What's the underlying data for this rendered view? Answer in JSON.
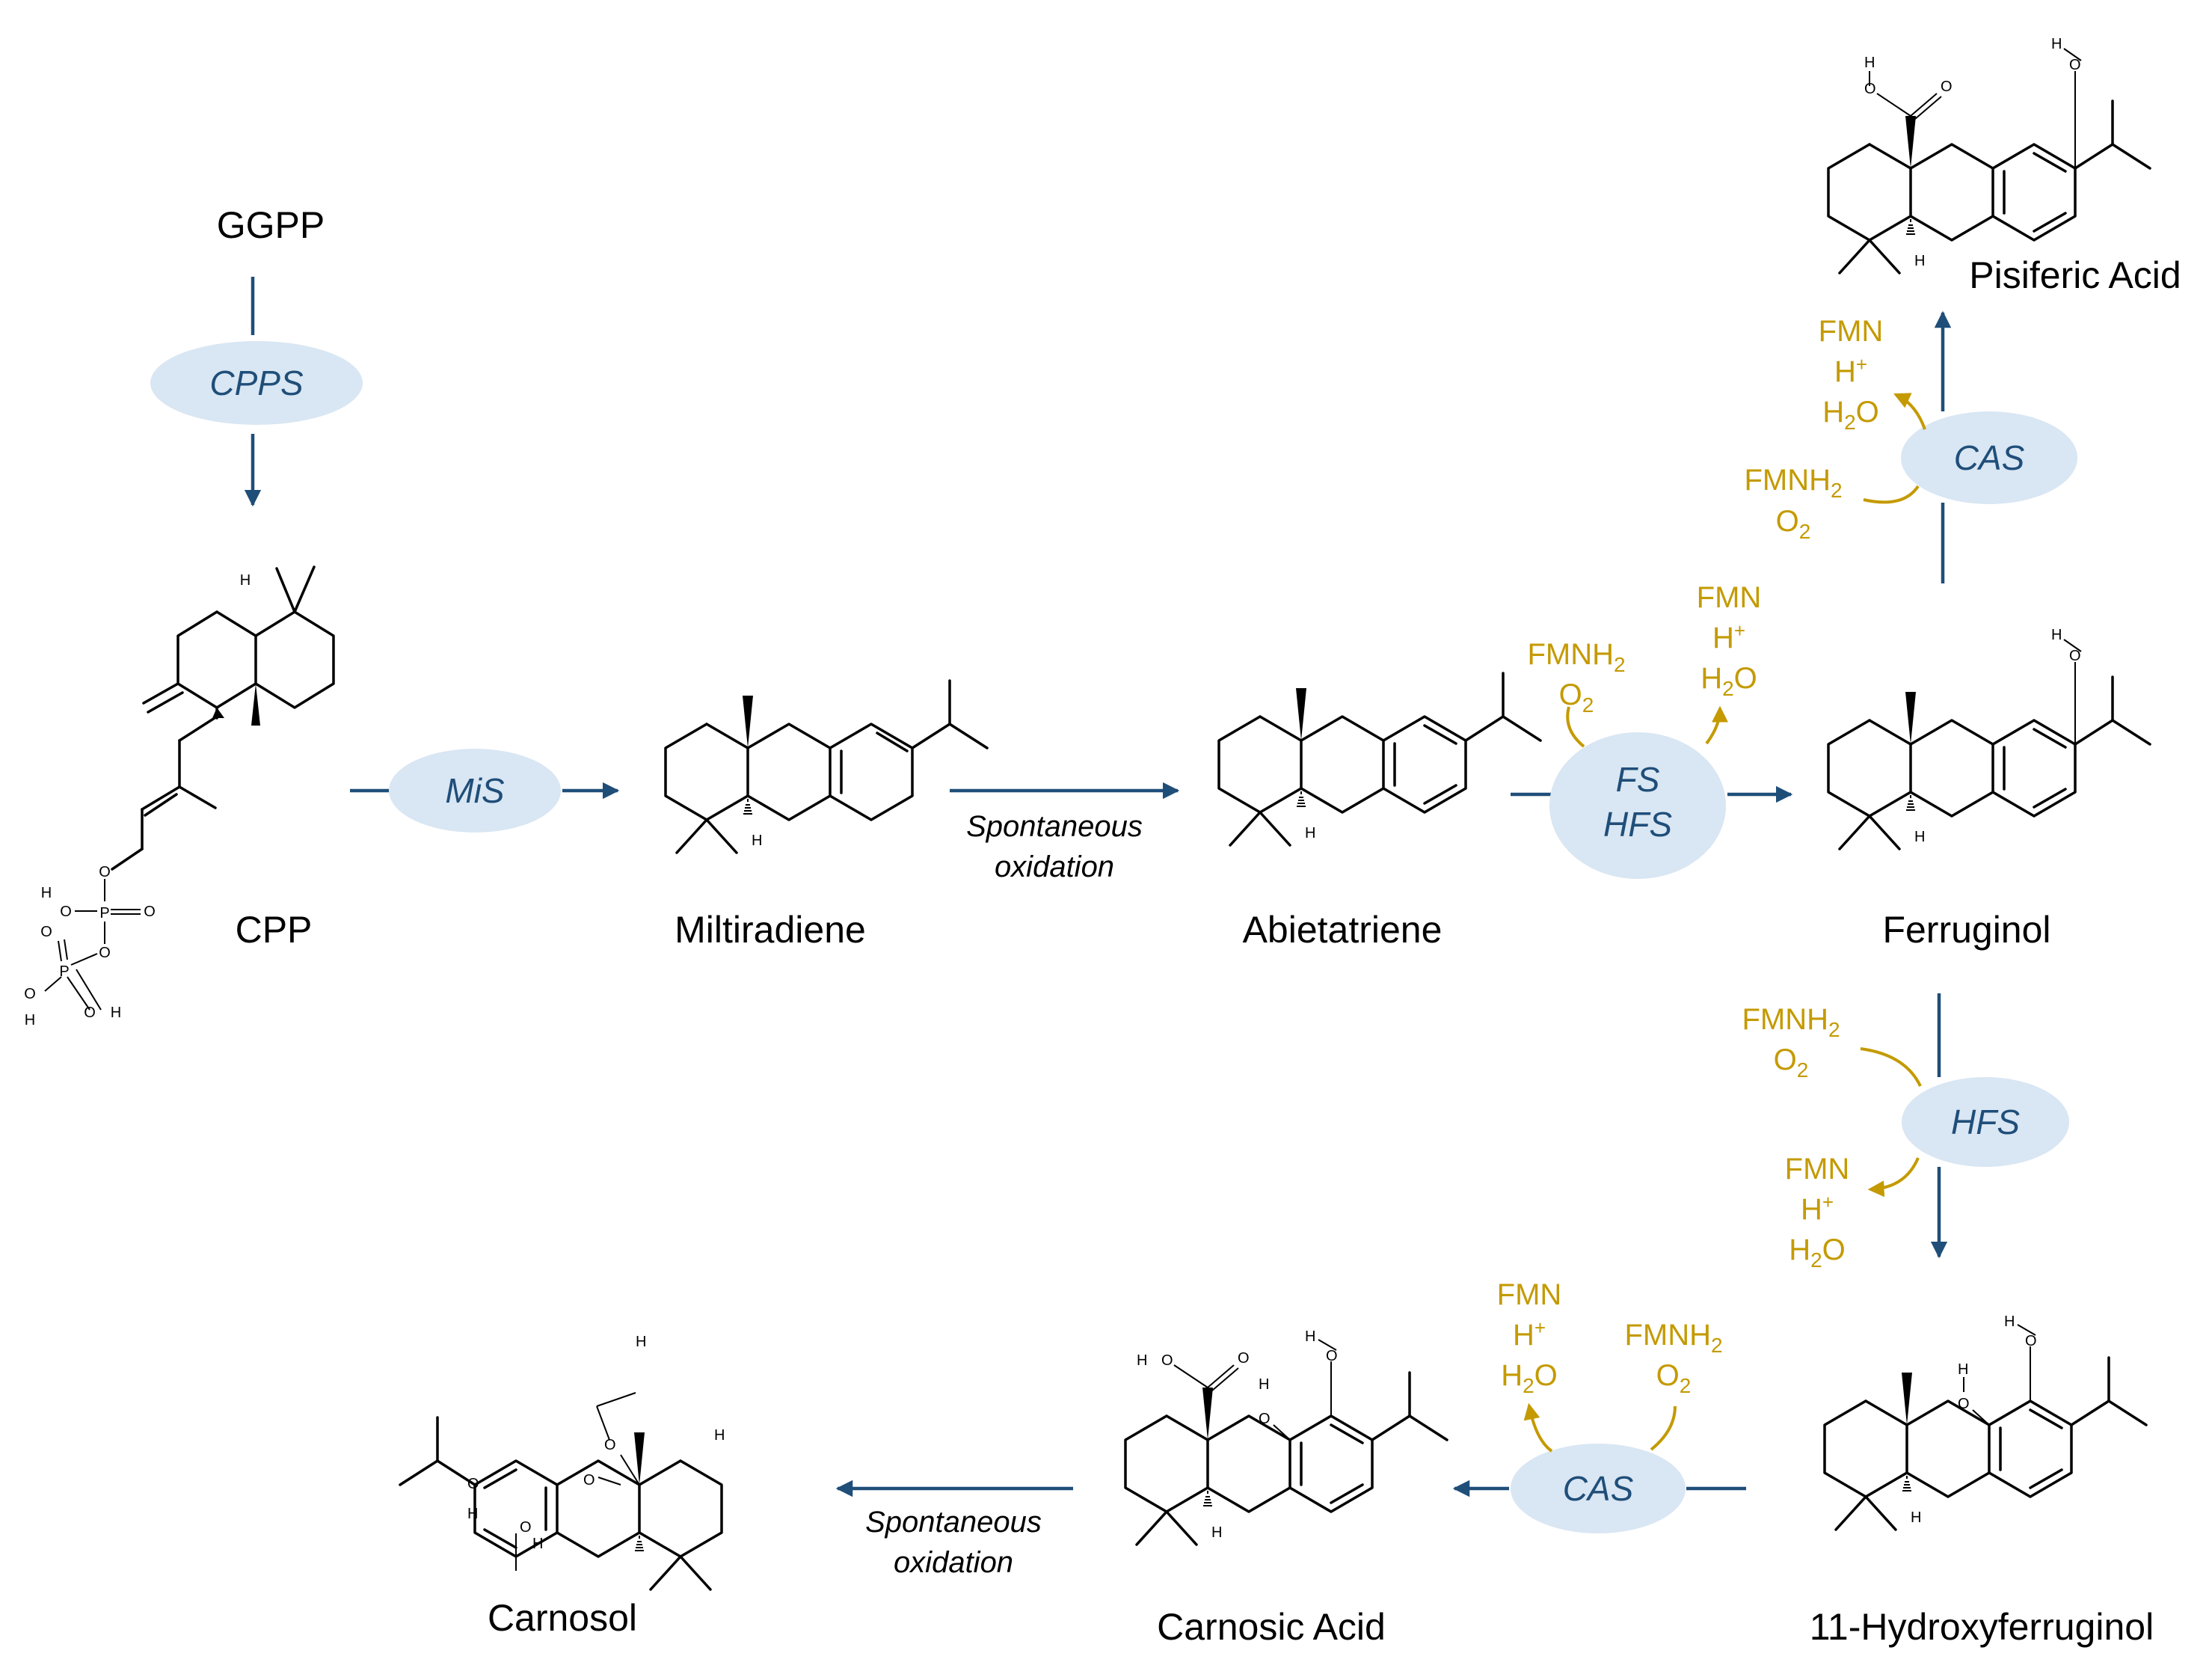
{
  "compounds": {
    "ggpp": "GGPP",
    "cpp": "CPP",
    "miltiradiene": "Miltiradiene",
    "abietatriene": "Abietatriene",
    "ferruginol": "Ferruginol",
    "pisiferic_acid": "Pisiferic Acid",
    "hydroxyferruginol": "11-Hydroxyferruginol",
    "carnosic_acid": "Carnosic Acid",
    "carnosol": "Carnosol"
  },
  "enzymes": {
    "cpps": "CPPS",
    "mis": "MiS",
    "fs": "FS",
    "hfs_combined": "HFS",
    "cas_top": "CAS",
    "hfs": "HFS",
    "cas_bottom": "CAS"
  },
  "steps": {
    "spontaneous_1": "Spontaneous",
    "oxidation_1": "oxidation",
    "spontaneous_2": "Spontaneous",
    "oxidation_2": "oxidation"
  },
  "cofactors": {
    "fmnh": "FMNH",
    "fmn": "FMN",
    "o": "O",
    "h": "H",
    "h2o_end": "O",
    "sub2": "2",
    "plus": "+"
  },
  "atoms": {
    "h": "H",
    "o": "O",
    "p": "P"
  },
  "colors": {
    "enzyme_fill": "#d9e6f3",
    "enzyme_text": "#1f4e79",
    "arrow": "#1f4e79",
    "cofactor": "#c49a00",
    "structure": "#000000"
  }
}
